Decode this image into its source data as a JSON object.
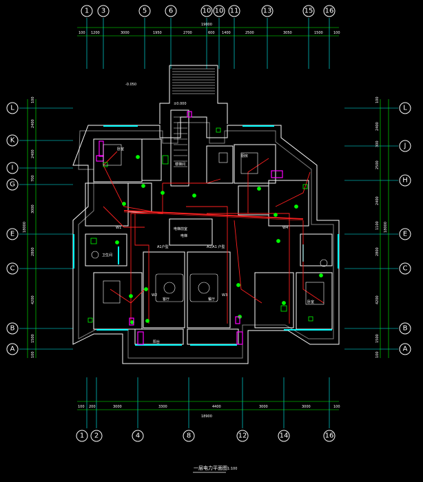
{
  "drawing": {
    "title": "一层电力平面图",
    "scale": "1:100",
    "colors": {
      "background": "#000000",
      "wall": "#ffffff",
      "axis": "#00ffff",
      "dimension": "#00ff00",
      "power": "#ff2020",
      "device": "#00ff00",
      "panel": "#ff00ff",
      "window": "#00ffff"
    }
  },
  "axes": {
    "top": [
      "1",
      "3",
      "5",
      "6",
      "10",
      "10",
      "11",
      "13",
      "15",
      "16"
    ],
    "bottom": [
      "1",
      "2",
      "4",
      "8",
      "12",
      "14",
      "16"
    ],
    "left": [
      "L",
      "K",
      "I",
      "G",
      "E",
      "C",
      "B",
      "A"
    ],
    "right": [
      "L",
      "J",
      "H",
      "E",
      "C",
      "B",
      "A"
    ]
  },
  "dimensions": {
    "top": [
      "100",
      "1200",
      "3000",
      "1950",
      "2700",
      "600",
      "1400",
      "2500",
      "3050",
      "1500",
      "100"
    ],
    "top_total": "19000",
    "bottom": [
      "100",
      "200",
      "3000",
      "3300",
      "4400",
      "3000",
      "3000",
      "100"
    ],
    "bottom_total": "18900",
    "left": [
      "100",
      "2400",
      "2400",
      "700",
      "3000",
      "2800",
      "4200",
      "1500",
      "100"
    ],
    "left_total": "18000",
    "right": [
      "100",
      "2400",
      "300",
      "2500",
      "2400",
      "1100",
      "2800",
      "4200",
      "1500",
      "100"
    ],
    "right_total": "18000"
  },
  "rooms": [
    "卧室",
    "卫生间",
    "厨房",
    "客厅",
    "餐厅",
    "阳台",
    "楼梯间",
    "电梯",
    "A1户型",
    "A1/A1 户型"
  ],
  "labels": {
    "level": "-0.050",
    "entrance": "±0.000",
    "elevator_note": "电梯前室",
    "circuit_w1": "W1",
    "circuit_w2": "W2",
    "circuit_w3": "W3",
    "circuit_w4": "W4"
  }
}
